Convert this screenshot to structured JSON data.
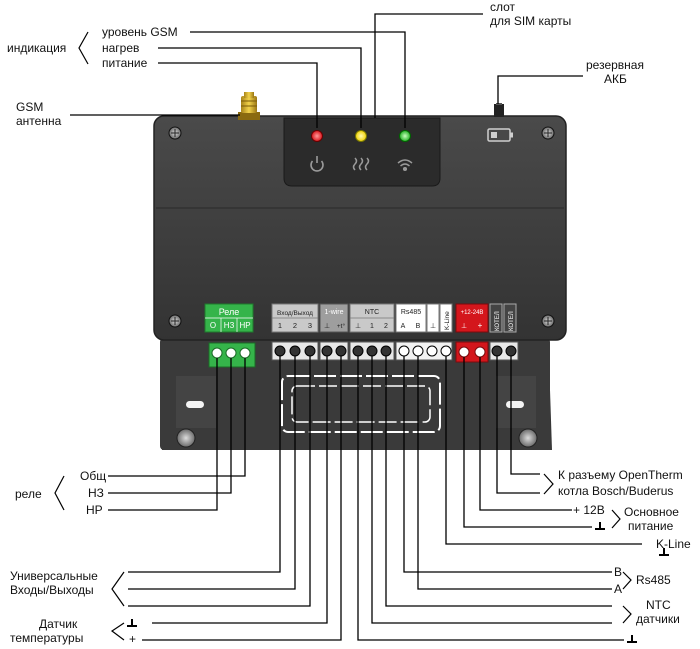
{
  "labels": {
    "indication": "индикация",
    "gsm_level": "уровень GSM",
    "heating": "нагрев",
    "power": "питание",
    "sim_slot_1": "слот",
    "sim_slot_2": "для SIM карты",
    "backup_battery_1": "резервная",
    "backup_battery_2": "АКБ",
    "gsm_antenna_1": "GSM",
    "gsm_antenna_2": "антенна",
    "relay": "реле",
    "common": "Общ",
    "nc": "НЗ",
    "no": "НР",
    "universal_io_1": "Универсальные",
    "universal_io_2": "Входы/Выходы",
    "temp_sensor_1": "Датчик",
    "temp_sensor_2": "температуры",
    "plus": "+",
    "opentherm_1": "К разъему OpenTherm",
    "opentherm_2": "котла  Bosch/Buderus",
    "plus_12v": "+ 12В",
    "main_power_1": "Основное",
    "main_power_2": "питание",
    "k_line": "K-Line",
    "b": "B",
    "a": "A",
    "rs485": "Rs485",
    "ntc_1": "NTC",
    "ntc_2": "датчики"
  },
  "panel": {
    "rele": "Реле",
    "o": "О",
    "nz": "НЗ",
    "nr": "НР",
    "vhod": "Вход/Выход",
    "n1": "1",
    "n2": "2",
    "n3": "3",
    "onewire": "1-wire",
    "ow_plus": "+t°",
    "ntc": "NTC",
    "ntc1": "1",
    "ntc2": "2",
    "rs485": "Rs485",
    "a": "A",
    "b": "B",
    "kline": "K-Line",
    "p1224": "+12-24В",
    "plus": "+",
    "kotel": "КОТЕЛ"
  },
  "colors": {
    "body": "#3d3d3d",
    "led_red": "#e8232a",
    "led_yellow": "#ffe21a",
    "led_green": "#3ccc3a",
    "relay_green": "#35b44a",
    "power_red": "#d4161c"
  }
}
